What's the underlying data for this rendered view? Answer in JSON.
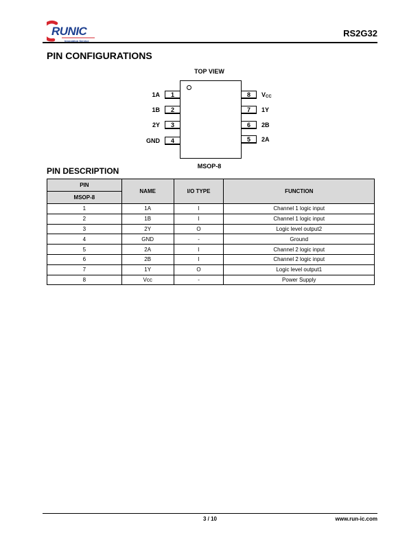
{
  "header": {
    "logo_text": "RUNIC",
    "logo_tagline": "Innovation Service",
    "doc_id": "RS2G32"
  },
  "sections": {
    "pin_config_title": "PIN CONFIGURATIONS",
    "pin_desc_title": "PIN DESCRIPTION"
  },
  "diagram": {
    "view_label": "TOP VIEW",
    "package_label": "MSOP-8",
    "left_pins": [
      {
        "num": "1",
        "name": "1A"
      },
      {
        "num": "2",
        "name": "1B"
      },
      {
        "num": "3",
        "name": "2Y"
      },
      {
        "num": "4",
        "name": "GND"
      }
    ],
    "right_pins": [
      {
        "num": "8",
        "name": "V",
        "sub": "CC"
      },
      {
        "num": "7",
        "name": "1Y"
      },
      {
        "num": "6",
        "name": "2B"
      },
      {
        "num": "5",
        "name": "2A"
      }
    ]
  },
  "table": {
    "header_pin": "PIN",
    "header_pkg": "MSOP-8",
    "header_name": "NAME",
    "header_io": "I/O TYPE",
    "header_function": "FUNCTION",
    "rows": [
      {
        "pin": "1",
        "name": "1A",
        "io": "I",
        "function": "Channel 1 logic input"
      },
      {
        "pin": "2",
        "name": "1B",
        "io": "I",
        "function": "Channel 1 logic input"
      },
      {
        "pin": "3",
        "name": "2Y",
        "io": "O",
        "function": "Logic level output2"
      },
      {
        "pin": "4",
        "name": "GND",
        "io": "-",
        "function": "Ground"
      },
      {
        "pin": "5",
        "name": "2A",
        "io": "I",
        "function": "Channel 2 logic input"
      },
      {
        "pin": "6",
        "name": "2B",
        "io": "I",
        "function": "Channel 2 logic input"
      },
      {
        "pin": "7",
        "name": "1Y",
        "io": "O",
        "function": "Logic level output1"
      },
      {
        "pin": "8",
        "name": "Vcc",
        "io": "-",
        "function": "Power Supply"
      }
    ]
  },
  "footer": {
    "page": "3 / 10",
    "website": "www.run-ic.com"
  },
  "colors": {
    "logo_red": "#d7262e",
    "logo_blue": "#1d3f8f",
    "header_fill": "#d9d9d9"
  }
}
